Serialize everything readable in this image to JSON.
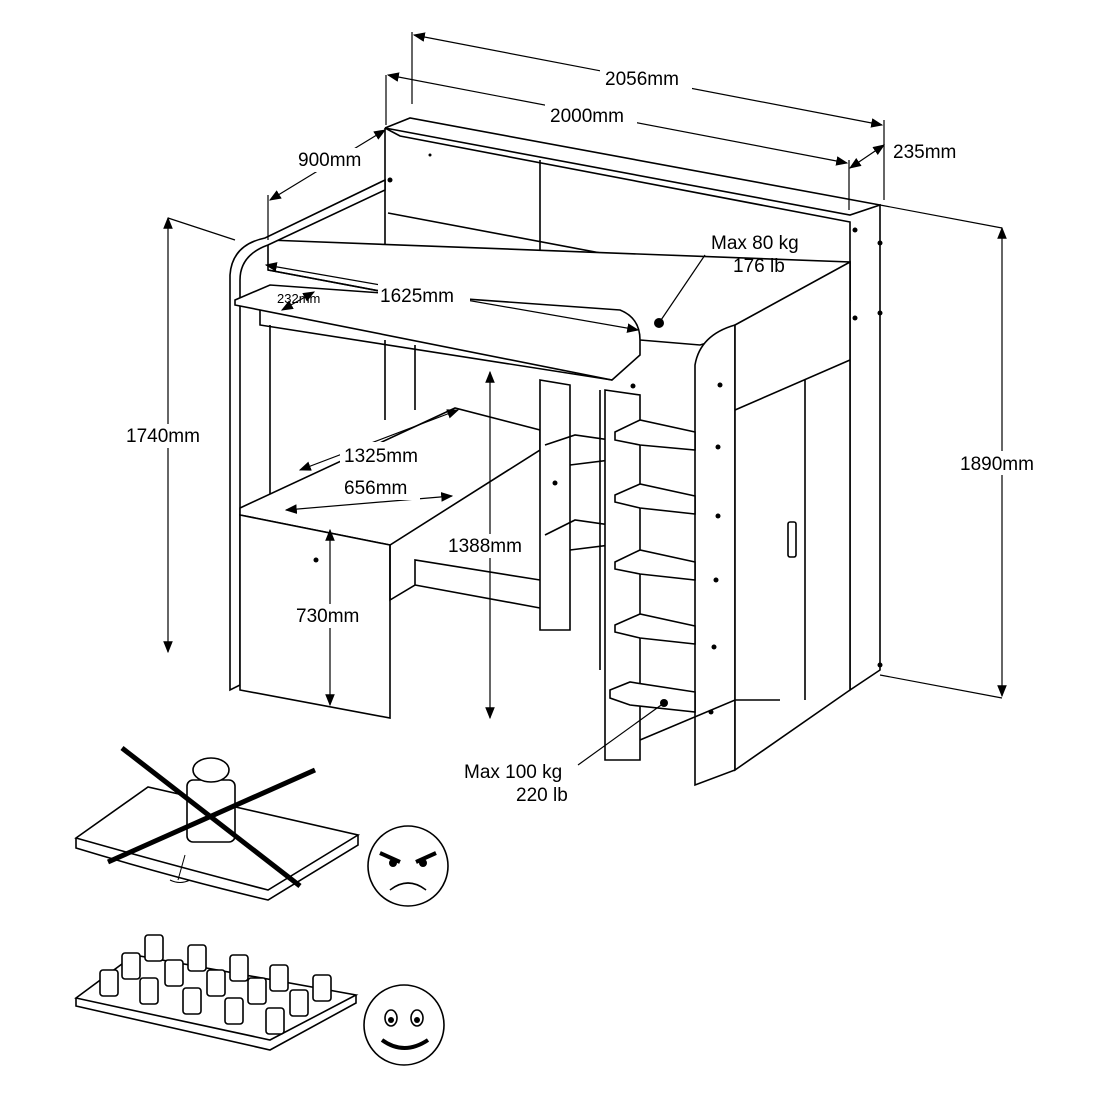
{
  "dimensions": {
    "overall_length": "2056mm",
    "bed_length": "2000mm",
    "wardrobe_depth": "235mm",
    "bed_width": "900mm",
    "shelf_depth": "232mm",
    "shelf_length": "1625mm",
    "left_height": "1740mm",
    "right_height": "1890mm",
    "desk_length": "1325mm",
    "desk_depth": "656mm",
    "under_bed_height": "1388mm",
    "desk_height": "730mm"
  },
  "load_limits": {
    "bed": {
      "kg": "Max 80 kg",
      "lb": "176 lb"
    },
    "ladder": {
      "kg": "Max 100 kg",
      "lb": "220 lb"
    }
  },
  "colors": {
    "line": "#000000",
    "background": "#ffffff"
  }
}
